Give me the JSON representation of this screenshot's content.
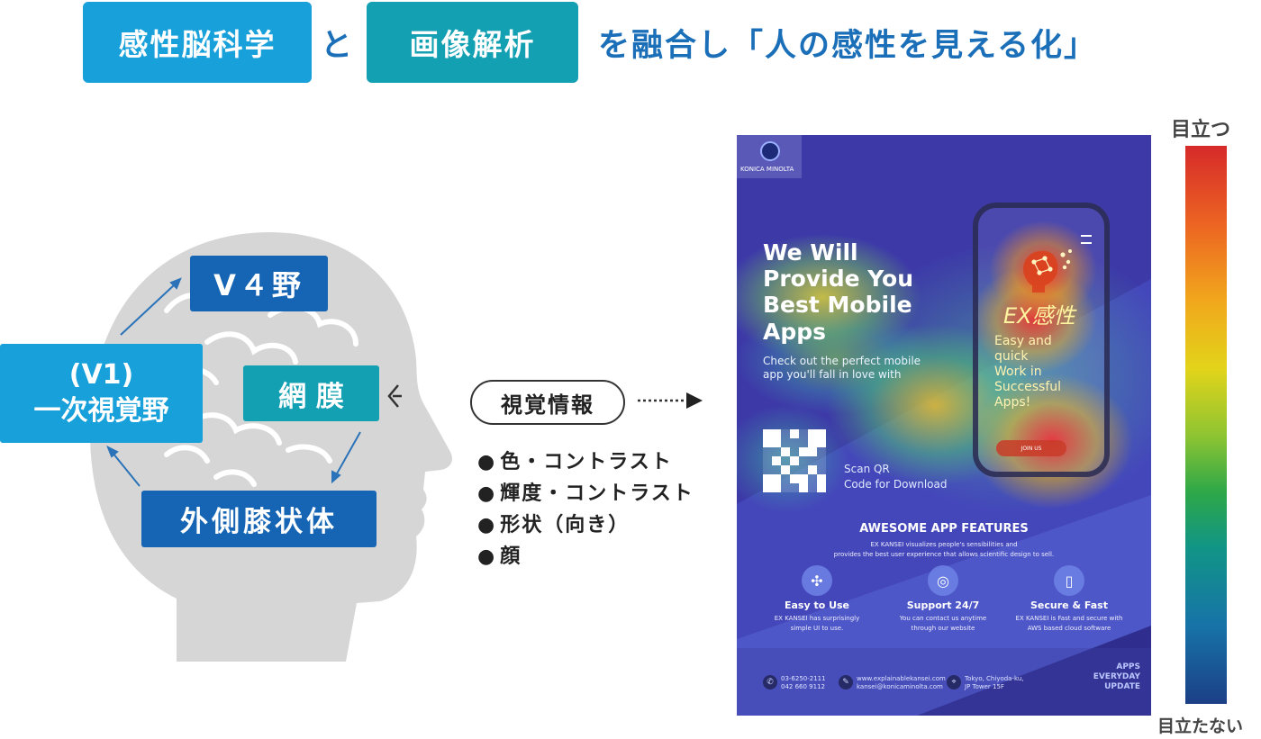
{
  "header": {
    "box1": "感性脳科学",
    "connector": "と",
    "box2": "画像解析",
    "tail": "を融合し「人の感性を見える化」"
  },
  "head_diagram": {
    "v4": "V４野",
    "v1_line1": "(V1)",
    "v1_line2": "一次視覚野",
    "retina": "網 膜",
    "lgn": "外側膝状体"
  },
  "visual_info": {
    "label": "視覚情報",
    "features": [
      "色・コントラスト",
      "輝度・コントラスト",
      "形状（向き）",
      "顔"
    ]
  },
  "poster": {
    "logo_text": "KONICA MINOLTA",
    "headline": [
      "We Will",
      "Provide You",
      "Best Mobile",
      "Apps"
    ],
    "subtext": [
      "Check out the perfect mobile",
      "app you'll fall in love with"
    ],
    "phone_brand": "EX感性",
    "phone_text": [
      "Easy and",
      "quick",
      "Work in",
      "Successful",
      "Apps!"
    ],
    "phone_button": "JOIN US",
    "qr_text": [
      "Scan QR",
      "Code for Download"
    ],
    "features_title": "AWESOME APP FEATURES",
    "features_desc": [
      "EX KANSEI visualizes people's sensibilities and",
      "provides the best user experience that allows scientific design to sell."
    ],
    "features": [
      {
        "title": "Easy to Use",
        "desc": [
          "EX KANSEI has surprisingly",
          "simple UI to use."
        ]
      },
      {
        "title": "Support 24/7",
        "desc": [
          "You can contact us anytime",
          "through our website"
        ]
      },
      {
        "title": "Secure & Fast",
        "desc": [
          "EX KANSEI is Fast and secure with",
          "AWS based cloud software"
        ]
      }
    ],
    "footer": {
      "phone": [
        "03-6250-2111",
        "042 660 9112"
      ],
      "web": [
        "www.explainablekansei.com",
        "kansei@konicaminolta.com"
      ],
      "address": [
        "Tokyo, Chiyoda-ku,",
        "JP Tower 15F"
      ],
      "tagline": [
        "APPS",
        "EVERYDAY",
        "UPDATE"
      ]
    }
  },
  "scale": {
    "top_label": "目立つ",
    "bottom_label": "目立たない"
  },
  "colors": {
    "dark_blue": "#1565b4",
    "light_blue": "#17a0da",
    "teal": "#12a0b2",
    "title_blue": "#1a6fb8"
  }
}
